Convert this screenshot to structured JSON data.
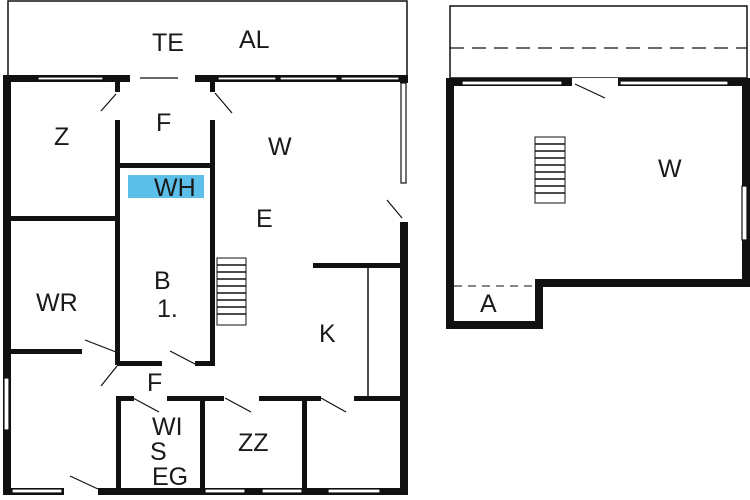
{
  "plan": {
    "ground_floor": {
      "terrace_labels": [
        "TE",
        "AL"
      ],
      "rooms": {
        "z": "Z",
        "f_top": "F",
        "w": "W",
        "wh": "WH",
        "e": "E",
        "b": "B",
        "b_num": "1.",
        "wr": "WR",
        "k": "K",
        "f_bottom": "F",
        "wi": "WI",
        "s": "S",
        "eg": "EG",
        "zz": "ZZ"
      },
      "highlight_color": "#5bbfea"
    },
    "upper_floor": {
      "rooms": {
        "w": "W",
        "a": "A"
      }
    }
  }
}
